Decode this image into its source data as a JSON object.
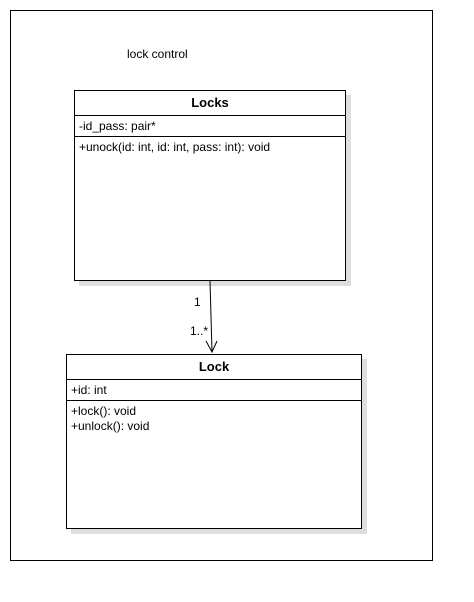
{
  "package": {
    "label": "lock control"
  },
  "classes": [
    {
      "name": "Locks",
      "attributes": [
        "-id_pass: pair*"
      ],
      "operations": [
        "+unock(id: int, id: int, pass: int): void"
      ]
    },
    {
      "name": "Lock",
      "attributes": [
        "+id: int"
      ],
      "operations": [
        "+lock(): void",
        "+unlock(): void"
      ]
    }
  ],
  "association": {
    "from": "Locks",
    "to": "Lock",
    "source_multiplicity": "1",
    "target_multiplicity": "1..*",
    "arrow": "open"
  },
  "colors": {
    "line": "#000000",
    "shadow": "#dedede",
    "background": "#ffffff"
  }
}
